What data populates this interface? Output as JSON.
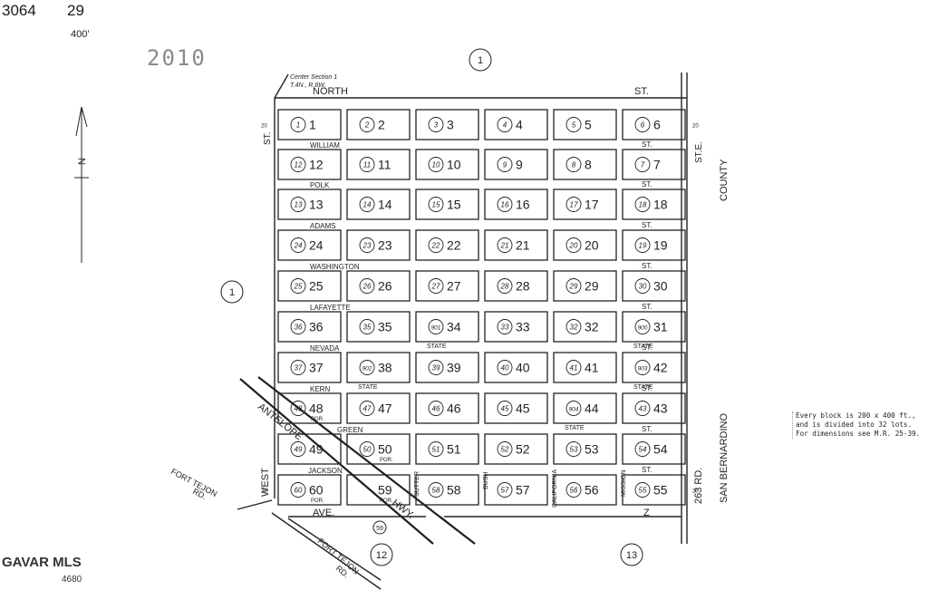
{
  "header": {
    "book": "3064",
    "page": "29",
    "scale": "400'",
    "year_stamp": "2010"
  },
  "center_note": [
    "Center Section 1",
    "T.4N., R.8W."
  ],
  "section_labels": [
    "1",
    "1",
    "12",
    "13"
  ],
  "north_arrow": {
    "label": "N",
    "icon": "north-arrow-icon"
  },
  "streets": {
    "north": "NORTH",
    "north_st": "ST.",
    "west_st": "ST.",
    "west": "WEST",
    "east_st_e": "ST.E.",
    "county": "COUNTY",
    "san_bernardino": "SAN BERNARDINO",
    "road_263": "263 RD.",
    "william": "WILLIAM",
    "polk": "POLK",
    "adams": "ADAMS",
    "washington": "WASHINGTON",
    "lafayette": "LAFAYETTE",
    "nevada": "NEVADA",
    "kern": "KERN",
    "green": "GREEN",
    "jackson": "JACKSON",
    "antelope": "ANTELOPE",
    "hwy": "HWY.",
    "ave": "AVE.",
    "z": "Z",
    "fort_tejon_1": "FORT TEJON",
    "rd_1": "RD.",
    "fort_tejon_2": "FORT TEJON",
    "rd_2": "RD.",
    "sutter": "SUTTER",
    "bush": "BUSH",
    "california": "CALIFORNIA",
    "mission": "MISSION",
    "st_short": "ST.",
    "state_tag": "STATE",
    "por_tag": "POR.",
    "dim_20": "20"
  },
  "blocks": [
    {
      "n": "1",
      "c": "1"
    },
    {
      "n": "2",
      "c": "2"
    },
    {
      "n": "3",
      "c": "3"
    },
    {
      "n": "4",
      "c": "4"
    },
    {
      "n": "5",
      "c": "5"
    },
    {
      "n": "6",
      "c": "6"
    },
    {
      "n": "12",
      "c": "12"
    },
    {
      "n": "11",
      "c": "11"
    },
    {
      "n": "10",
      "c": "10"
    },
    {
      "n": "9",
      "c": "9"
    },
    {
      "n": "8",
      "c": "8"
    },
    {
      "n": "7",
      "c": "7"
    },
    {
      "n": "13",
      "c": "13"
    },
    {
      "n": "14",
      "c": "14"
    },
    {
      "n": "15",
      "c": "15"
    },
    {
      "n": "16",
      "c": "16"
    },
    {
      "n": "17",
      "c": "17"
    },
    {
      "n": "18",
      "c": "18"
    },
    {
      "n": "24",
      "c": "24"
    },
    {
      "n": "23",
      "c": "23"
    },
    {
      "n": "22",
      "c": "22"
    },
    {
      "n": "21",
      "c": "21"
    },
    {
      "n": "20",
      "c": "20"
    },
    {
      "n": "19",
      "c": "19"
    },
    {
      "n": "25",
      "c": "25"
    },
    {
      "n": "26",
      "c": "26"
    },
    {
      "n": "27",
      "c": "27"
    },
    {
      "n": "28",
      "c": "28"
    },
    {
      "n": "29",
      "c": "29"
    },
    {
      "n": "30",
      "c": "30"
    },
    {
      "n": "36",
      "c": "36"
    },
    {
      "n": "35",
      "c": "35"
    },
    {
      "n": "34",
      "c": "901",
      "state": true
    },
    {
      "n": "33",
      "c": "33"
    },
    {
      "n": "32",
      "c": "32"
    },
    {
      "n": "31",
      "c": "900",
      "state": true
    },
    {
      "n": "37",
      "c": "37"
    },
    {
      "n": "38",
      "c": "902",
      "state": true
    },
    {
      "n": "39",
      "c": "39"
    },
    {
      "n": "40",
      "c": "40"
    },
    {
      "n": "41",
      "c": "41"
    },
    {
      "n": "42",
      "c": "903",
      "state": true
    },
    {
      "n": "48",
      "c": "48",
      "por": true
    },
    {
      "n": "47",
      "c": "47"
    },
    {
      "n": "46",
      "c": "46"
    },
    {
      "n": "45",
      "c": "45"
    },
    {
      "n": "44",
      "c": "904",
      "state": true
    },
    {
      "n": "43",
      "c": "43"
    },
    {
      "n": "49",
      "c": "49"
    },
    {
      "n": "50",
      "c": "50",
      "por": true
    },
    {
      "n": "51",
      "c": "51"
    },
    {
      "n": "52",
      "c": "52"
    },
    {
      "n": "53",
      "c": "53"
    },
    {
      "n": "54",
      "c": "54"
    },
    {
      "n": "60",
      "c": "60",
      "por": true
    },
    {
      "n": "59",
      "c": "",
      "por": true
    },
    {
      "n": "58",
      "c": "58"
    },
    {
      "n": "57",
      "c": "57"
    },
    {
      "n": "56",
      "c": "56"
    },
    {
      "n": "55",
      "c": "55"
    }
  ],
  "block_59_below": "59",
  "legend": [
    "Every block is 200 x 400 ft.,",
    "and is divided into 32 lots.",
    "For dimensions see M.R. 25-39."
  ],
  "footer": {
    "logo": "GAVAR MLS",
    "code": "4680"
  }
}
